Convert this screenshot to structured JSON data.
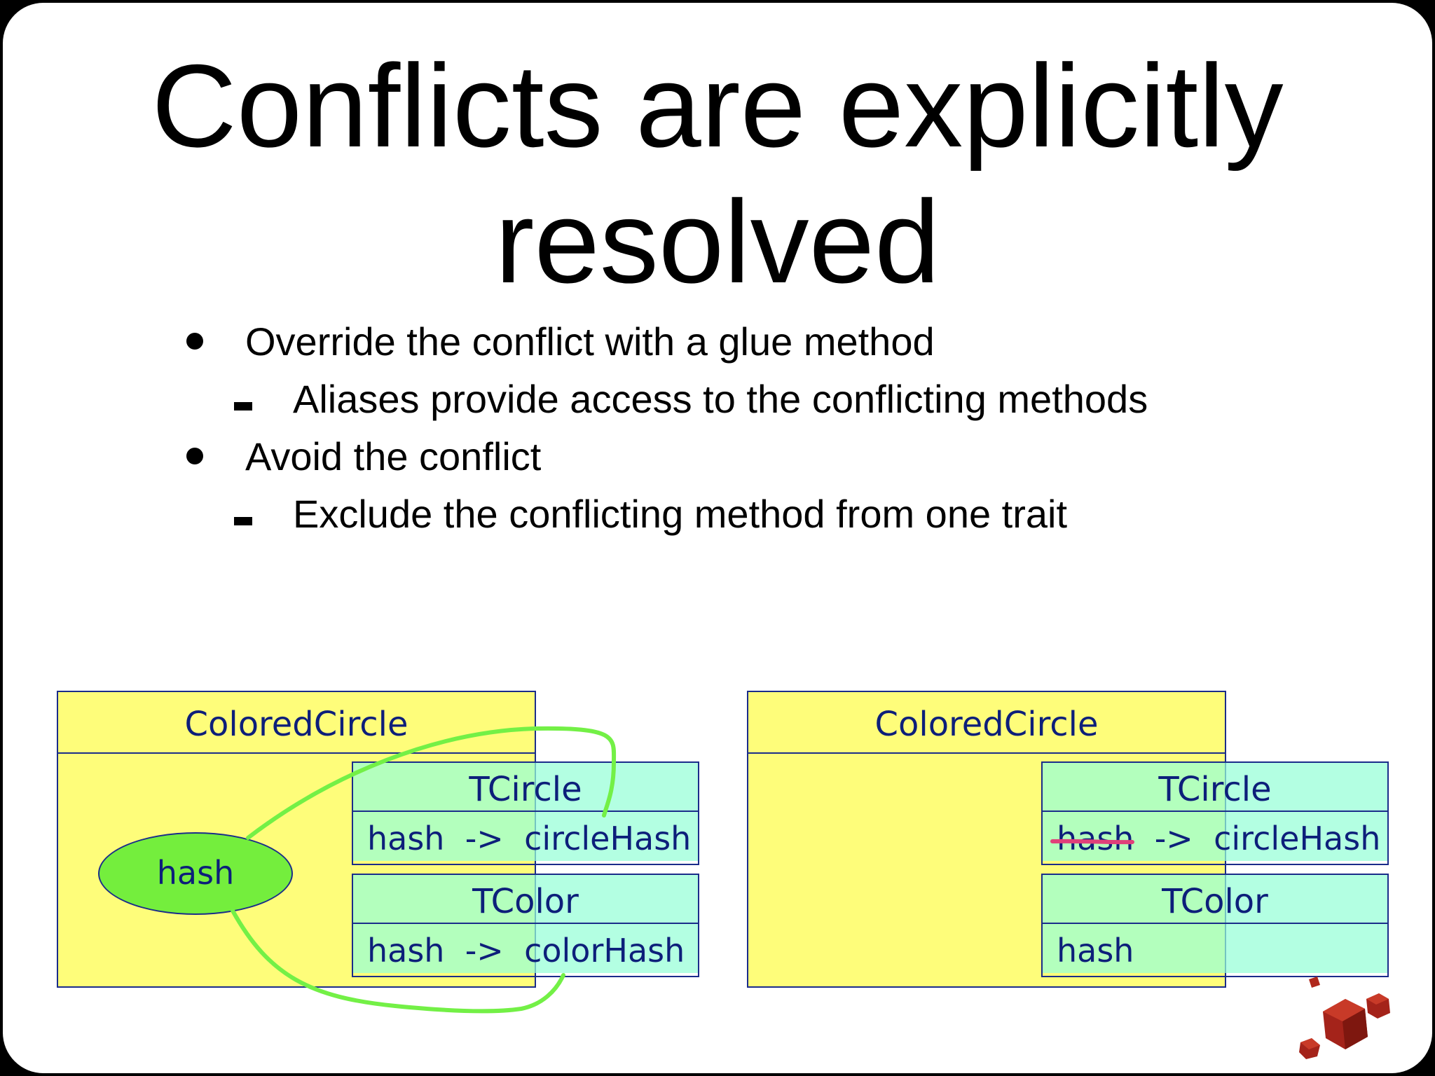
{
  "slide": {
    "title_line1": "Conflicts are explicitly",
    "title_line2": "resolved",
    "bullets": [
      {
        "text": "Override the conflict with a glue method",
        "sub": "Aliases provide access to the conflicting methods"
      },
      {
        "text": "Avoid the conflict",
        "sub": "Exclude the conflicting method from one trait"
      }
    ]
  },
  "diagram_left": {
    "class_name": "ColoredCircle",
    "glue_method": "hash",
    "traits": [
      {
        "name": "TCircle",
        "body": "hash  ->  circleHash"
      },
      {
        "name": "TColor",
        "body": "hash  ->  colorHash"
      }
    ]
  },
  "diagram_right": {
    "class_name": "ColoredCircle",
    "traits": [
      {
        "name": "TCircle",
        "excluded": "hash",
        "body_rest": "  ->  circleHash"
      },
      {
        "name": "TColor",
        "body": "hash"
      }
    ]
  },
  "colors": {
    "class_fill": "#fefd7a",
    "trait_fill": "#96ffd7",
    "glue_fill": "#74ee3d",
    "connector": "#73f046",
    "strike": "#e0407a",
    "text": "#0d1f7a"
  },
  "decoration": {
    "logo": "red-cubes-icon"
  }
}
